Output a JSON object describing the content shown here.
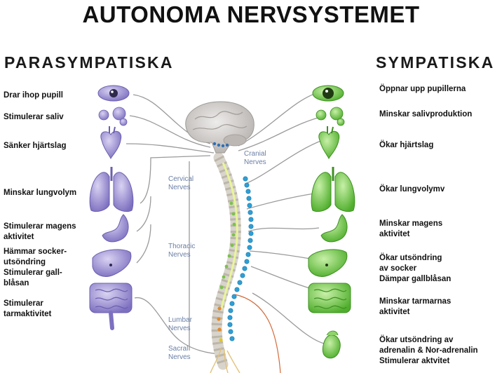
{
  "title": "AUTONOMA NERVSYSTEMET",
  "left_header": "PARASYMPATISKA",
  "right_header": "SYMPATISKA",
  "left_labels": [
    [
      "Drar ihop pupill"
    ],
    [
      "Stimulerar saliv"
    ],
    [
      "Sänker hjärtslag"
    ],
    [
      "Minskar lungvolym"
    ],
    [
      "Stimulerar magens",
      "aktivitet"
    ],
    [
      "Hämmar socker-",
      "utsöndring",
      "Stimulerar gall-",
      "blåsan"
    ],
    [
      "Stimulerar",
      "tarmaktivitet"
    ]
  ],
  "right_labels": [
    [
      "Öppnar upp pupillerna"
    ],
    [
      "Minskar salivproduktion"
    ],
    [
      "Ökar hjärtslag"
    ],
    [
      "Ökar lungvolymv"
    ],
    [
      "Minskar magens",
      "aktivitet"
    ],
    [
      "Ökar utsöndring",
      "av socker",
      "Dämpar gallblåsan"
    ],
    [
      "Minskar tarmarnas",
      "aktivitet"
    ],
    [
      "Ökar utsöndring av",
      "adrenalin & Nor-adrenalin",
      "Stimulerar aktvitet"
    ]
  ],
  "nerve_labels": {
    "cranial": [
      "Cranial",
      "Nerves"
    ],
    "cervical": [
      "Cervical",
      "Nerves"
    ],
    "thoracic": [
      "Thoracic",
      "Nerves"
    ],
    "lumbar": [
      "Lumbar",
      "Nerves"
    ],
    "sacral": [
      "Sacral",
      "Nerves"
    ]
  },
  "colors": {
    "parasympathetic": "#8b7fc8",
    "sympathetic": "#5fbf3a",
    "brain": "#c9c6c4",
    "spine": "#d8d4cc",
    "ganglia": "#2f9fd6",
    "nerve_line": "#9a9a9a"
  }
}
